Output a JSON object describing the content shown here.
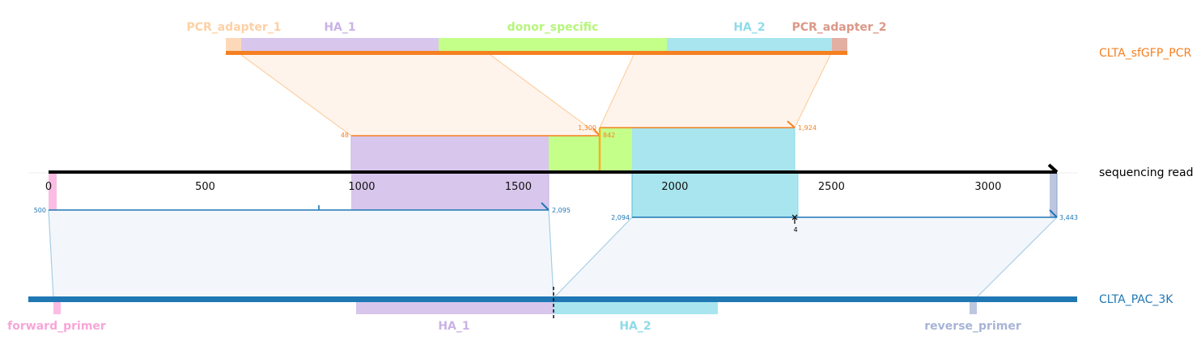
{
  "colors": {
    "pcr_adapter_1": "#fdd9b9",
    "ha_1": "#d8c6ec",
    "donor_specific": "#c4ff8a",
    "ha_2": "#a8e5ee",
    "pcr_adapter_2": "#e4afa3",
    "forward_primer": "#fbbde3",
    "reverse_primer": "#bdc6e0",
    "pcr_track": "#f58020",
    "ref_track": "#1f77b4",
    "read_axis": "#000000"
  },
  "tracks": {
    "pcr": {
      "name": "CLTA_sfGFP_PCR",
      "color": "#f58020"
    },
    "read": {
      "name": "sequencing read",
      "color": "#000000"
    },
    "ref": {
      "name": "CLTA_PAC_3K",
      "color": "#1f77b4"
    }
  },
  "axis": {
    "min": 0,
    "max": 3220,
    "ticks": [
      0,
      500,
      1000,
      1500,
      2000,
      2500,
      3000
    ],
    "tick_labels": [
      "0",
      "500",
      "1000",
      "1500",
      "2000",
      "2500",
      "3000"
    ]
  },
  "pcr_features": [
    {
      "name": "PCR_adapter_1",
      "color": "#fdd9b9",
      "label_color": "#fdd0a4"
    },
    {
      "name": "HA_1",
      "color": "#d8c6ec",
      "label_color": "#c9b3e6"
    },
    {
      "name": "donor_specific",
      "color": "#c4ff8a",
      "label_color": "#b6f57a"
    },
    {
      "name": "HA_2",
      "color": "#a8e5ee",
      "label_color": "#8fdbe8"
    },
    {
      "name": "PCR_adapter_2",
      "color": "#e4afa3",
      "label_color": "#dc9888"
    }
  ],
  "ref_features": [
    {
      "name": "forward_primer",
      "color": "#fbbde3",
      "label_color": "#f7a6d8"
    },
    {
      "name": "HA_1",
      "color": "#d8c6ec",
      "label_color": "#c9b3e6"
    },
    {
      "name": "HA_2",
      "color": "#a8e5ee",
      "label_color": "#8fdbe8"
    },
    {
      "name": "reverse_primer",
      "color": "#bdc6e0",
      "label_color": "#a7b4d6"
    }
  ],
  "pcr_alignments": [
    {
      "start_label": "48",
      "end_label": "842"
    },
    {
      "start_label": "1,300",
      "end_label": "1,924"
    }
  ],
  "ref_alignments": [
    {
      "start_label": "500",
      "end_label": "2,095"
    },
    {
      "start_label": "2,094",
      "end_label": "3,443"
    }
  ],
  "ref_indel": {
    "label": "4"
  }
}
